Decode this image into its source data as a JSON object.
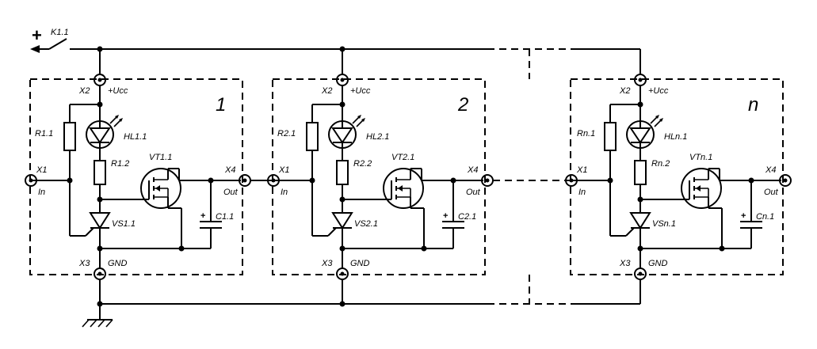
{
  "power": {
    "plus_sign": "+",
    "switch_label": "K1.1"
  },
  "modules": [
    {
      "number": "1",
      "x2": "X2",
      "ucc": "+Ucc",
      "x1": "X1",
      "in": "In",
      "x3": "X3",
      "gnd": "GND",
      "x4": "X4",
      "out": "Out",
      "r1": "R1.1",
      "hl": "HL1.1",
      "r2": "R1.2",
      "vt": "VT1.1",
      "vs": "VS1.1",
      "c": "C1.1",
      "cap_plus": "+"
    },
    {
      "number": "2",
      "x2": "X2",
      "ucc": "+Ucc",
      "x1": "X1",
      "in": "In",
      "x3": "X3",
      "gnd": "GND",
      "x4": "X4",
      "out": "Out",
      "r1": "R2.1",
      "hl": "HL2.1",
      "r2": "R2.2",
      "vt": "VT2.1",
      "vs": "VS2.1",
      "c": "C2.1",
      "cap_plus": "+"
    },
    {
      "number": "n",
      "x2": "X2",
      "ucc": "+Ucc",
      "x1": "X1",
      "in": "In",
      "x3": "X3",
      "gnd": "GND",
      "x4": "X4",
      "out": "Out",
      "r1": "Rn.1",
      "hl": "HLn.1",
      "r2": "Rn.2",
      "vt": "VTn.1",
      "vs": "VSn.1",
      "c": "Cn.1",
      "cap_plus": "+"
    }
  ]
}
